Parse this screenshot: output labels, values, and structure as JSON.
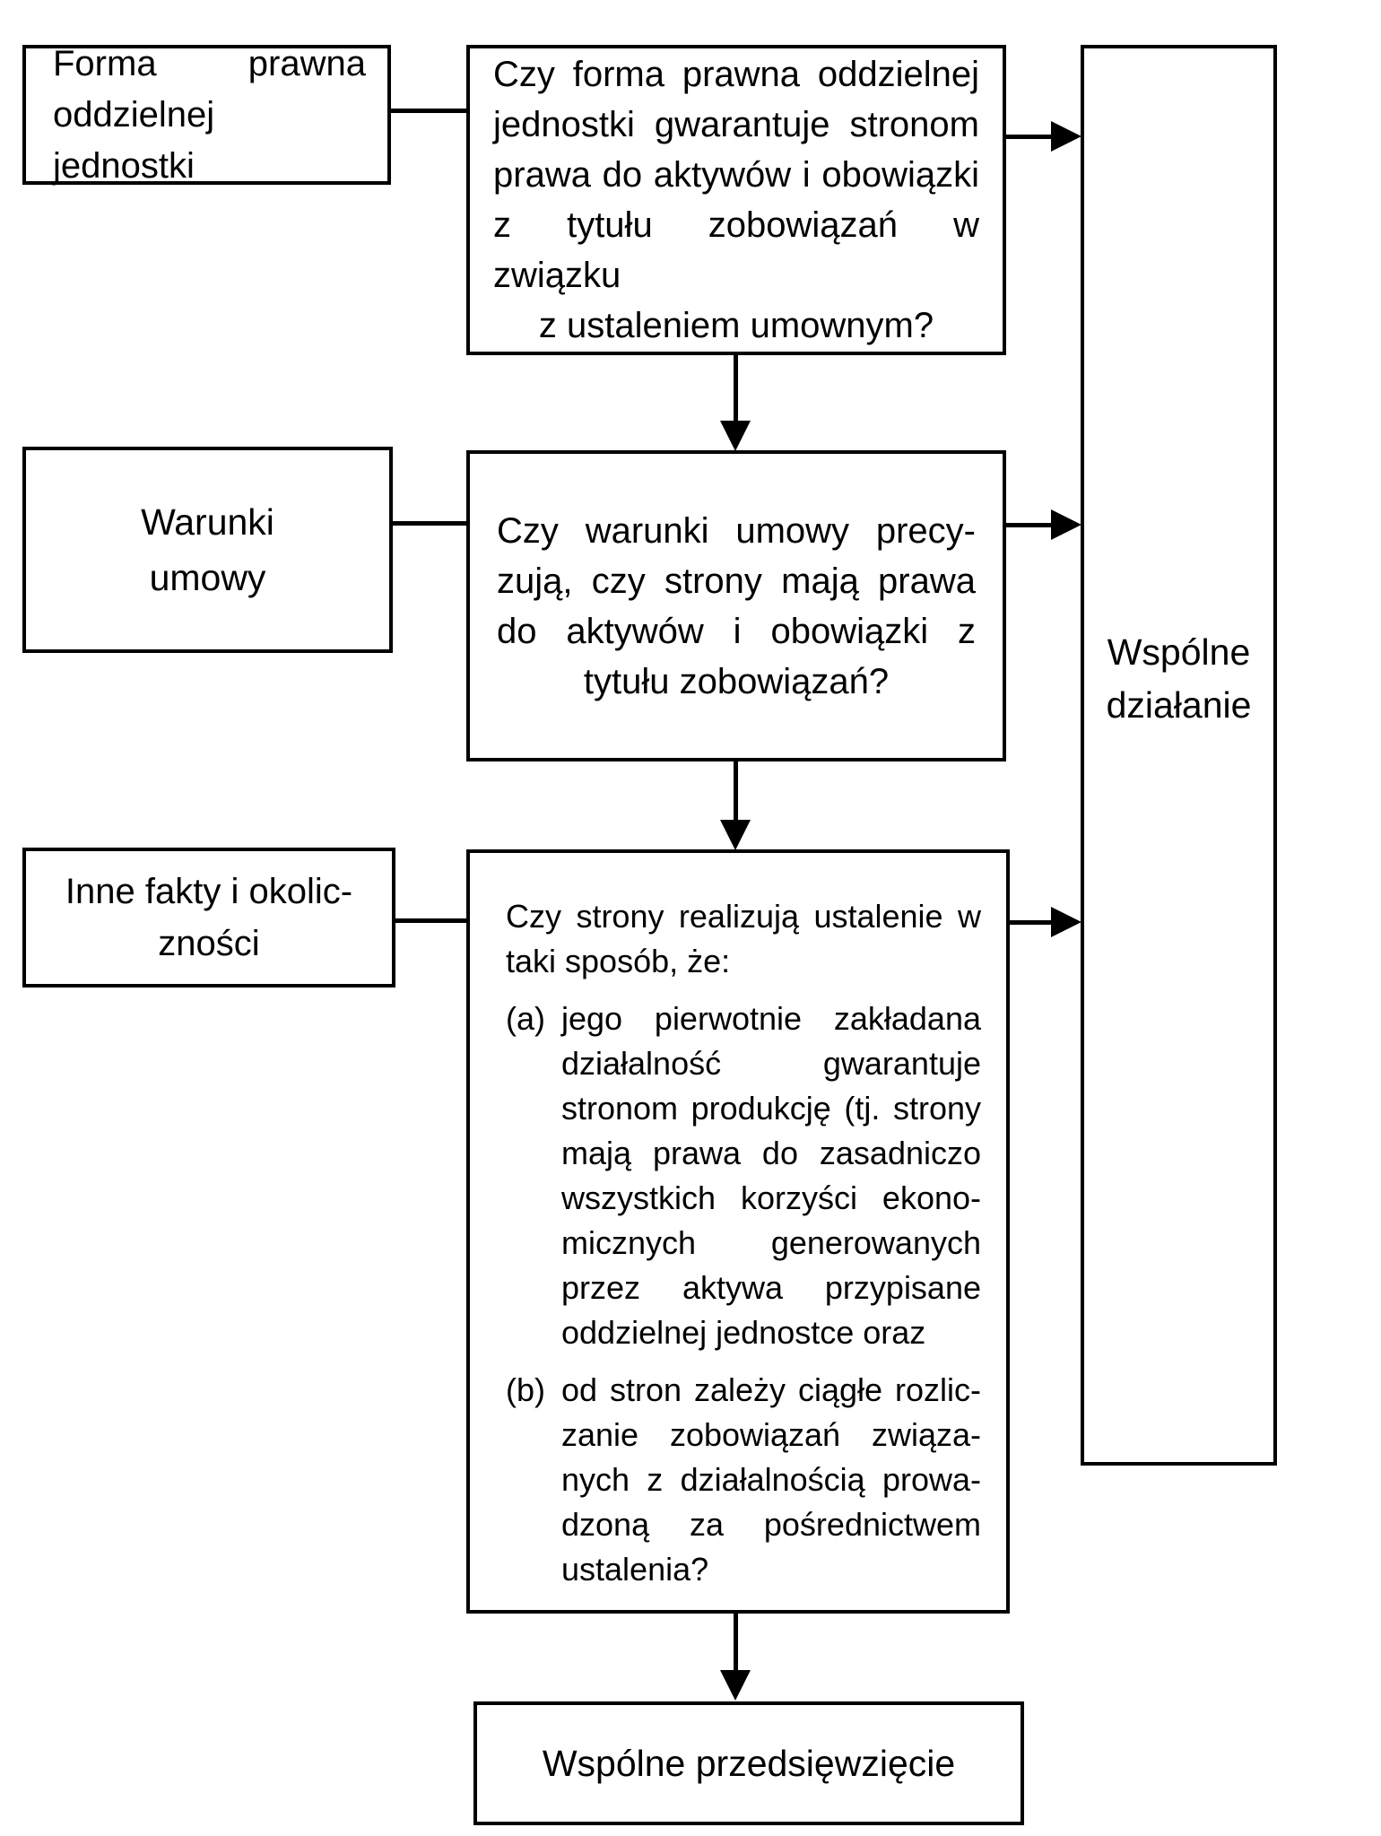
{
  "diagram": {
    "background": "#ffffff",
    "line_color": "#000000",
    "text_color": "#000000",
    "nodes": {
      "forma": {
        "lines": [
          "Forma prawna",
          "oddzielnej jednostki"
        ]
      },
      "warunki": {
        "lines": [
          "Warunki",
          "umowy"
        ]
      },
      "inne": {
        "lines": [
          "Inne fakty i okolic-",
          "zności"
        ]
      },
      "q1": {
        "lines": [
          "Czy forma prawna oddzielnej",
          "jednostki gwarantuje stronom",
          "prawa do aktywów i obowiązki",
          "z tytułu zobowiązań w związku",
          "z ustaleniem umownym?"
        ]
      },
      "q2": {
        "lines": [
          "Czy warunki umowy precy-",
          "zują, czy strony mają prawa",
          "do aktywów i obowiązki z",
          "tytułu zobowiązań?"
        ]
      },
      "q3": {
        "intro": [
          "Czy strony realizują ustalenie w",
          "taki sposób, że:"
        ],
        "items": [
          {
            "marker": "(a)",
            "lines": [
              "jego pierwotnie zakładana",
              "działalność gwarantuje",
              "stronom produkcję (tj. strony",
              "mają prawa do zasadniczo",
              "wszystkich korzyści ekono-",
              "micznych generowanych",
              "przez aktywa przypisane",
              "oddzielnej jednostce oraz"
            ]
          },
          {
            "marker": "(b)",
            "lines": [
              "od stron zależy ciągłe rozlic-",
              "zanie zobowiązań związa-",
              "nych z działalnością prowa-",
              "dzoną za pośrednictwem",
              "ustalenia?"
            ]
          }
        ]
      },
      "action": {
        "lines": [
          "Wspólne",
          "działanie"
        ]
      },
      "venture": {
        "label": "Wspólne przedsięwzięcie"
      }
    }
  }
}
